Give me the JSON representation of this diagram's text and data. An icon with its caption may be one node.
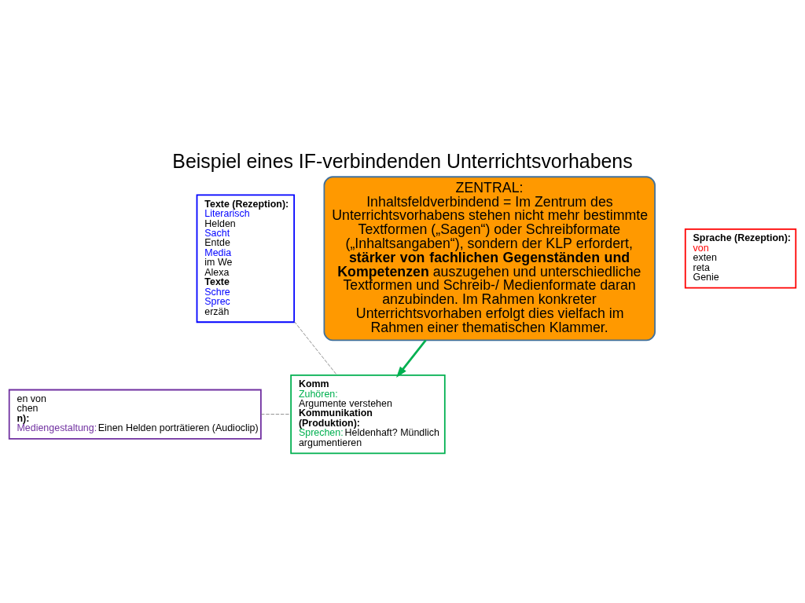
{
  "diagram": {
    "title": "Beispiel eines IF-verbindenden Unterrichtsvorhabens",
    "nodes": [
      {
        "text": [
          "Texte (Rezeption):",
          "Literarisch",
          "Helden",
          "Sacht",
          "Entde",
          "Media",
          "im We",
          "Alexa",
          "Texte",
          "Schre",
          "Sprec",
          "erzäh"
        ]
      },
      {
        "text": [
          "Sprache (Rezeption):",
          "von",
          "exten",
          "reta",
          "Genie"
        ]
      },
      {
        "text": [
          "ZENTRAL:",
          "Inhaltsfeldverbindend = Im Zentrum des Unterrichtsvorhabens stehen nicht mehr bestimmte Textformen („Sagen“) oder Schreibformate („Inhaltsangaben“), sondern der KLP erfordert, **stärker von fachlichen Gegenständen und Kompetenzen** auszugehen und unterschiedliche Textformen und Schreib-/ Medienformate daran anzubinden. Im Rahmen konkreter Unterrichtsvorhaben erfolgt dies vielfach im Rahmen einer thematischen Klammer."
        ]
      },
      {
        "text": [
          "en von",
          "chen",
          "n):",
          "Mediengestaltung:",
          "Einen Helden porträtieren (Audioclip)"
        ]
      },
      {
        "text": [
          "Komm",
          "Zuhören:",
          "Argumente verstehen",
          "Kommunikation (Produktion):",
          "Sprechen:",
          "Heldenhaft? Mündlich argumentieren"
        ]
      }
    ],
    "edges": [
      {
        "from": 2,
        "to": 4,
        "arrow": "to",
        "style": "thick",
        "color": "#00b050"
      },
      {
        "from": 0,
        "to": 4,
        "arrow": "none",
        "style": "dashed"
      },
      {
        "from": 3,
        "to": 4,
        "arrow": "none",
        "style": "dashed"
      }
    ]
  }
}
